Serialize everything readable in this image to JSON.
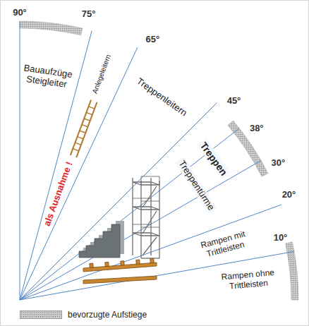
{
  "diagram": {
    "nodes": [
      {
        "text": [
          "Bauaufzüge Steigleiter"
        ]
      },
      {
        "text": [
          "Anlegeleitern",
          "als Ausnahme !"
        ]
      },
      {
        "text": [
          "Treppenleitern"
        ]
      },
      {
        "text": [
          "Treppen",
          "Treppentürme"
        ]
      },
      {
        "text": [
          "Rampen mit Trittleisten"
        ]
      },
      {
        "text": [
          "Rampen ohne Trittleisten"
        ]
      }
    ],
    "labels": [
      "90°",
      "75°",
      "65°",
      "45°",
      "38°",
      "30°",
      "20°",
      "10°"
    ],
    "legend": [
      {
        "text": "bevorzugte Aufstiege",
        "color": "#c8c8c8"
      }
    ]
  }
}
